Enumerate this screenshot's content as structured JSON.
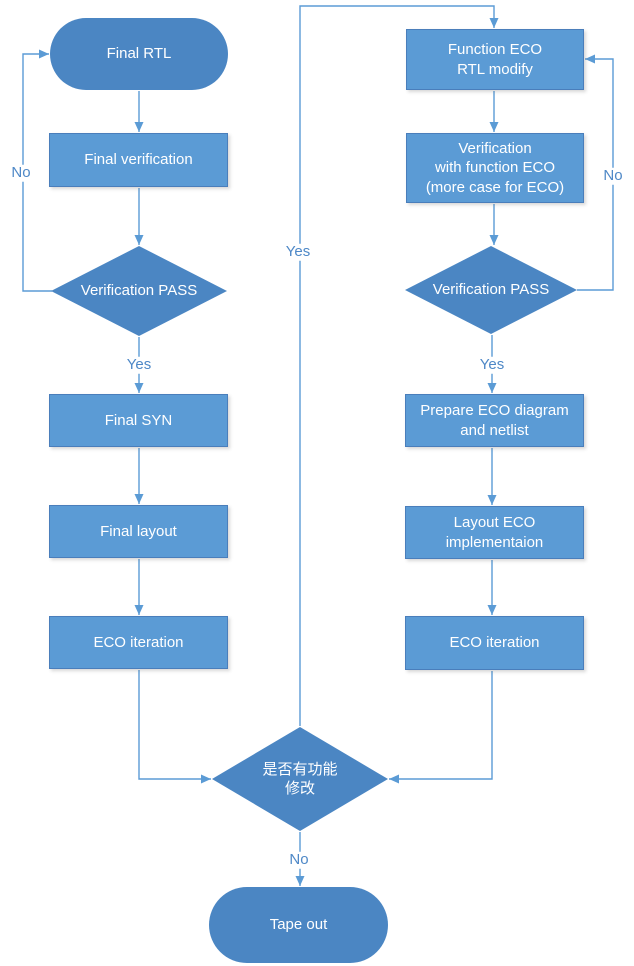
{
  "title": "RTL-to-tapeout ECO flowchart",
  "colors": {
    "process_fill": "#5b9bd5",
    "process_border": "#4a7ebb",
    "terminal_fill": "#4b86c3",
    "connector": "#5b9bd5",
    "edge_label": "#4e88c7",
    "node_text": "#ffffff"
  },
  "nodes": {
    "final_rtl": {
      "label": "Final RTL"
    },
    "final_verification": {
      "label": "Final verification"
    },
    "verification_pass_left": {
      "label": "Verification PASS"
    },
    "final_syn": {
      "label": "Final SYN"
    },
    "final_layout": {
      "label": "Final layout"
    },
    "eco_iteration_left": {
      "label": "ECO iteration"
    },
    "function_eco": {
      "label": "Function ECO\nRTL modify"
    },
    "verification_with_eco": {
      "label": "Verification\nwith function ECO\n(more case for ECO)"
    },
    "verification_pass_right": {
      "label": "Verification PASS"
    },
    "prepare_eco": {
      "label": "Prepare ECO diagram\nand netlist"
    },
    "layout_eco": {
      "label": "Layout ECO\nimplementaion"
    },
    "eco_iteration_right": {
      "label": "ECO iteration"
    },
    "function_change": {
      "label": "是否有功能\n修改"
    },
    "tape_out": {
      "label": "Tape out"
    }
  },
  "edge_labels": {
    "no_left": "No",
    "yes_left": "Yes",
    "yes_center": "Yes",
    "no_right": "No",
    "yes_right": "Yes",
    "no_bottom": "No"
  }
}
